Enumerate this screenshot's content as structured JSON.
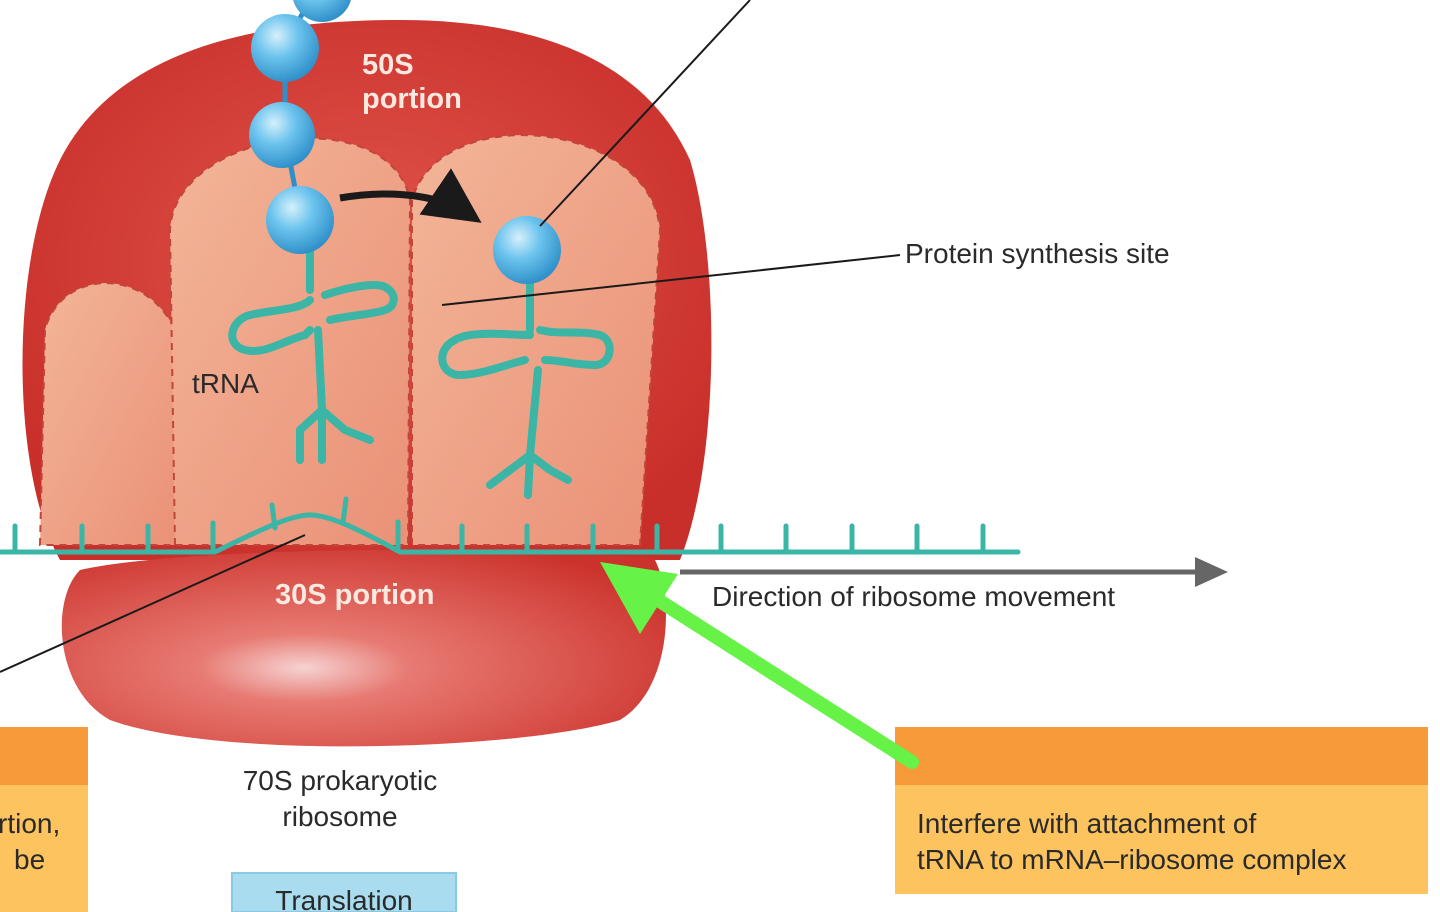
{
  "labels": {
    "portion_50s_line1": "50S",
    "portion_50s_line2": "portion",
    "trna": "tRNA",
    "protein_synthesis_site": "Protein synthesis site",
    "portion_30s": "30S portion",
    "direction": "Direction of ribosome movement",
    "ribosome_line1": "70S prokaryotic",
    "ribosome_line2": "ribosome",
    "translation": "Translation"
  },
  "boxes": {
    "left_partial_line1": "rtion,",
    "left_partial_line2": "be",
    "right_line1": "Interfere with attachment of",
    "right_line2": "tRNA to mRNA–ribosome complex"
  },
  "colors": {
    "ribosome_red": "#d63c34",
    "ribosome_inner": "#ee9f82",
    "trna_teal": "#3ab5a6",
    "amino_blue": "#5bb8ea",
    "box_orange": "#f79a3a",
    "box_yellow": "#fcc35e",
    "pointer_green": "#66f246",
    "translation_blue": "#a9dcef"
  }
}
